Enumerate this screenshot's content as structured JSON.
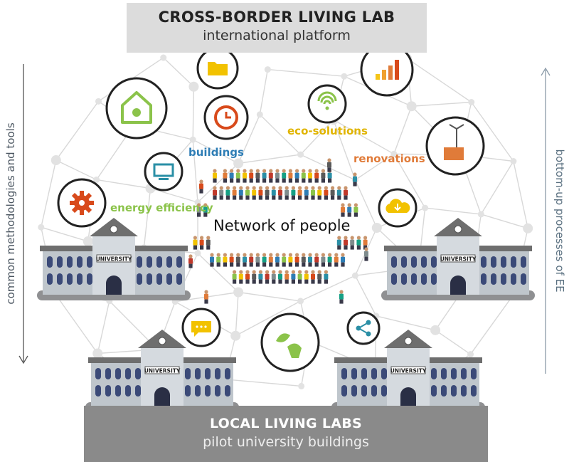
{
  "top_banner": {
    "title": "CROSS-BORDER LIVING LAB",
    "subtitle": "international platform"
  },
  "bottom_banner": {
    "title": "LOCAL LIVING LABS",
    "subtitle": "pilot university buildings"
  },
  "left_axis_label": "common methodologies and tools",
  "right_axis_label": "bottom-up processes of EE",
  "center_label": "Network of people",
  "topic_labels": {
    "buildings": "buildings",
    "eco_solutions": "eco-solutions",
    "renovations": "renovations",
    "energy_efficiency": "energy efficiency"
  },
  "university_sign": "UNIVERSITY",
  "colors": {
    "green": "#8bc34a",
    "blue": "#2e7db5",
    "orange": "#e07b39",
    "yellow": "#f2c200",
    "red": "#d84a1b",
    "teal": "#2a8fa6",
    "network": "#d8d8d8",
    "building_roof": "#6e6e6e",
    "building_wall": "#bfc6cc",
    "building_window": "#3b4a78"
  },
  "icons": [
    "folder-icon",
    "bar-chart-icon",
    "house-fan-icon",
    "clock-icon",
    "wifi-icon",
    "wind-solar-icon",
    "monitor-icon",
    "gear-icon",
    "cloud-download-icon",
    "chat-icon",
    "plant-plug-icon",
    "share-icon"
  ]
}
